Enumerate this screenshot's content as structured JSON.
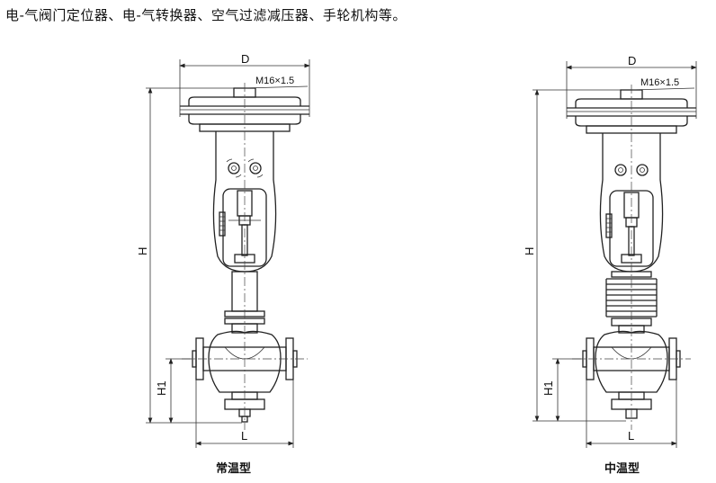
{
  "caption": "电-气阀门定位器、电-气转换器、空气过滤减压器、手轮机构等。",
  "figures": [
    {
      "name": "常温型",
      "dims": {
        "D": "D",
        "thread": "M16×1.5",
        "H": "H",
        "H1": "H1",
        "L": "L"
      }
    },
    {
      "name": "中温型",
      "dims": {
        "D": "D",
        "thread": "M16×1.5",
        "H": "H",
        "H1": "H1",
        "L": "L"
      }
    }
  ]
}
